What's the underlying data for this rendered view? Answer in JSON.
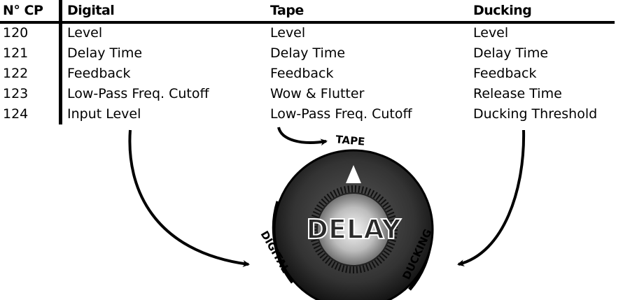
{
  "header": {
    "cp": "N° CP",
    "digital": "Digital",
    "tape": "Tape",
    "ducking": "Ducking"
  },
  "rows": [
    {
      "cp": "120",
      "digital": "Level",
      "tape": "Level",
      "ducking": "Level"
    },
    {
      "cp": "121",
      "digital": "Delay Time",
      "tape": "Delay Time",
      "ducking": "Delay Time"
    },
    {
      "cp": "122",
      "digital": "Feedback",
      "tape": "Feedback",
      "ducking": "Feedback"
    },
    {
      "cp": "123",
      "digital": "Low-Pass Freq. Cutoff",
      "tape": "Wow & Flutter",
      "ducking": "Release Time"
    },
    {
      "cp": "124",
      "digital": "Input Level",
      "tape": "Low-Pass Freq. Cutoff",
      "ducking": "Ducking Threshold"
    }
  ],
  "knob": {
    "label": "DELAY",
    "positions": {
      "tape": "TAPE",
      "digital": "DIGITAL",
      "ducking": "DUCKING"
    }
  }
}
